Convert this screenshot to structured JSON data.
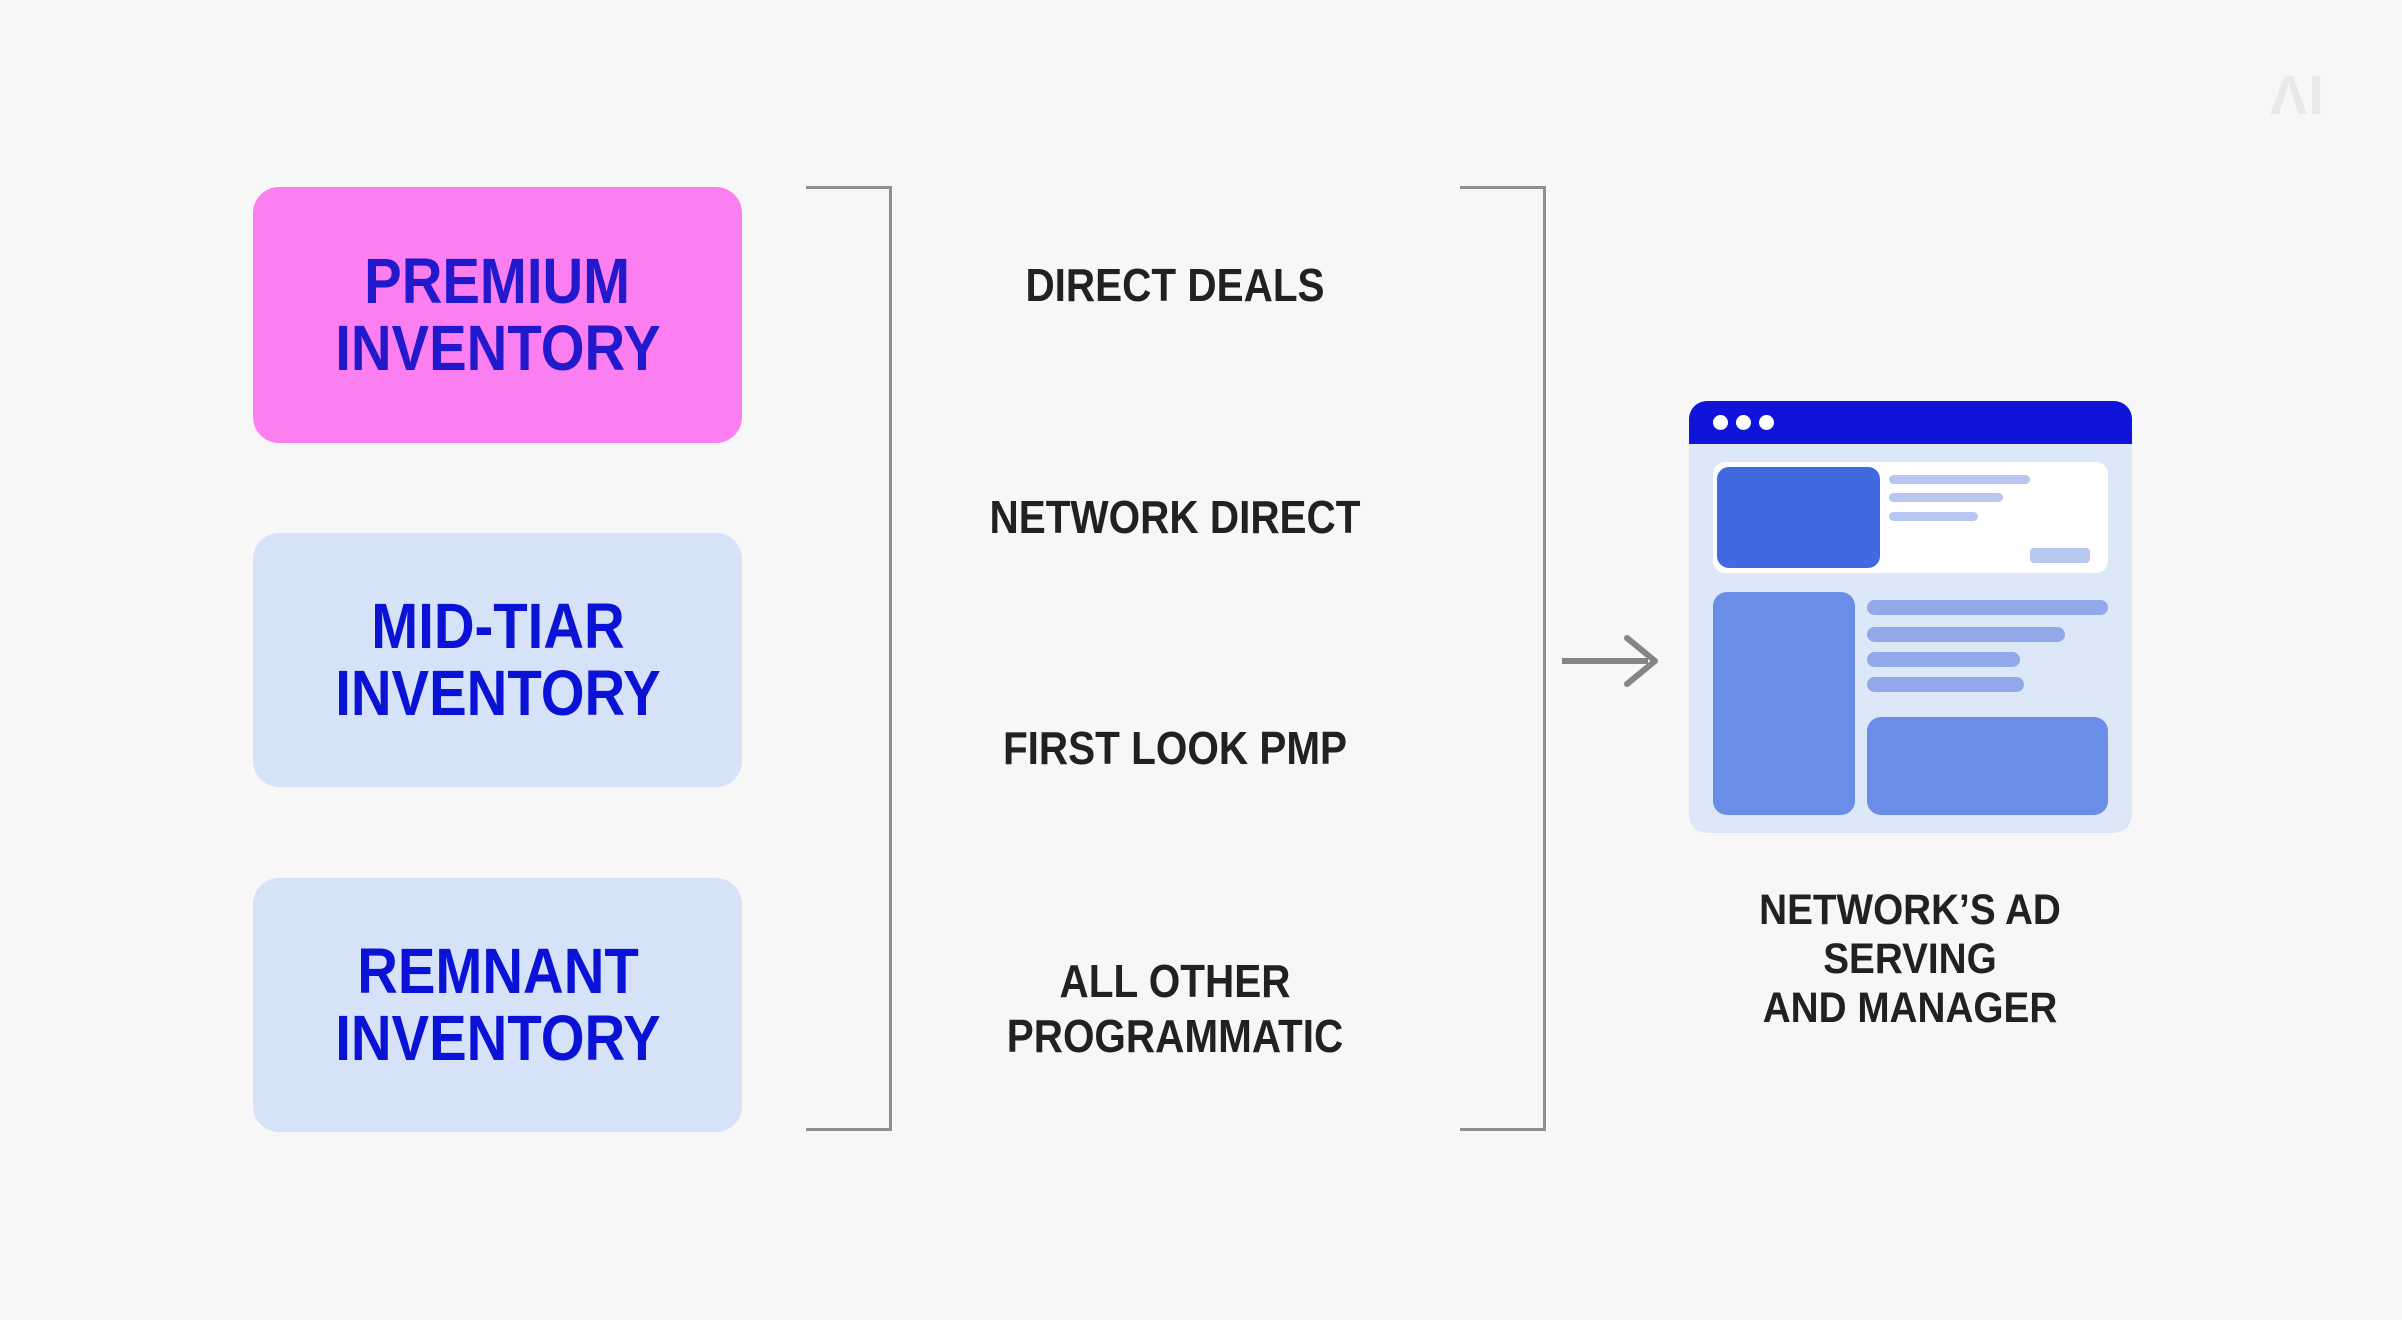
{
  "page": {
    "brand_logo": "ΛI",
    "background_color": "#f7f7f8"
  },
  "inventory_boxes": [
    {
      "label_line1": "PREMIUM",
      "label_line2": "INVENTORY",
      "bg": "#fb7ff0",
      "text_color": "#2219cd"
    },
    {
      "label_line1": "MID-TIAR",
      "label_line2": "INVENTORY",
      "bg": "#d5e2f7",
      "text_color": "#0a12d6"
    },
    {
      "label_line1": "REMNANT",
      "label_line2": "INVENTORY",
      "bg": "#d5e2f7",
      "text_color": "#0a12d6"
    }
  ],
  "deal_types": [
    {
      "label": "DIRECT DEALS"
    },
    {
      "label": "NETWORK DIRECT"
    },
    {
      "label": "FIRST LOOK PMP"
    },
    {
      "label": "ALL OTHER PROGRAMMATIC"
    }
  ],
  "destination": {
    "caption_line1": "NETWORK’S AD SERVING",
    "caption_line2": "AND MANAGER"
  },
  "colors": {
    "premium_pink": "#fb7ff0",
    "light_blue_box": "#d5e2f7",
    "box_text_blue": "#0a12d6",
    "dark_text": "#232021",
    "bracket_gray": "#909090",
    "arrow_gray": "#858585",
    "browser_titlebar_blue": "#1013d8",
    "browser_body_blue": "#dce7f8",
    "browser_block_blue": "#6a8ee7",
    "browser_accent_blue": "#4169e0",
    "browser_line_blue": "#91a8ea",
    "watermark_gray": "#e9e9ea"
  }
}
